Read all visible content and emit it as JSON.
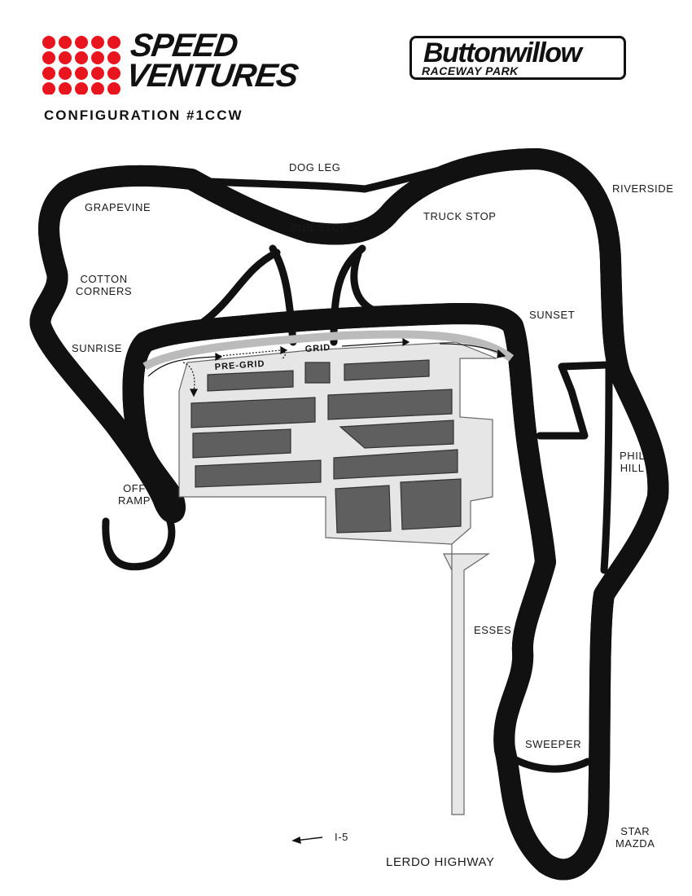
{
  "header": {
    "brand_line1": "SPEED",
    "brand_line2": "VENTURES",
    "venue_line1": "Buttonwillow",
    "venue_line2": "RACEWAY PARK",
    "configuration": "CONFIGURATION #1CCW"
  },
  "turns": {
    "dog_leg": "DOG LEG",
    "riverside": "RIVERSIDE",
    "grapevine": "GRAPEVINE",
    "truck_stop": "TRUCK STOP",
    "bus_stop": "BUS STOP",
    "cotton_corners": "COTTON\nCORNERS",
    "sunset": "SUNSET",
    "sunrise": "SUNRISE",
    "phil_hill": "PHIL\nHILL",
    "off_ramp": "OFF\nRAMP",
    "esses": "ESSES",
    "sweeper": "SWEEPER",
    "star_mazda": "STAR\nMAZDA"
  },
  "paddock": {
    "pre_grid": "PRE-GRID",
    "grid": "GRID"
  },
  "roads": {
    "interstate": "I-5",
    "highway": "LERDO HIGHWAY"
  },
  "colors": {
    "brand_red": "#e8141e",
    "track_outline": "#111111",
    "paddock_fill": "#e6e6e6",
    "building_fill": "#5f5f5f"
  }
}
